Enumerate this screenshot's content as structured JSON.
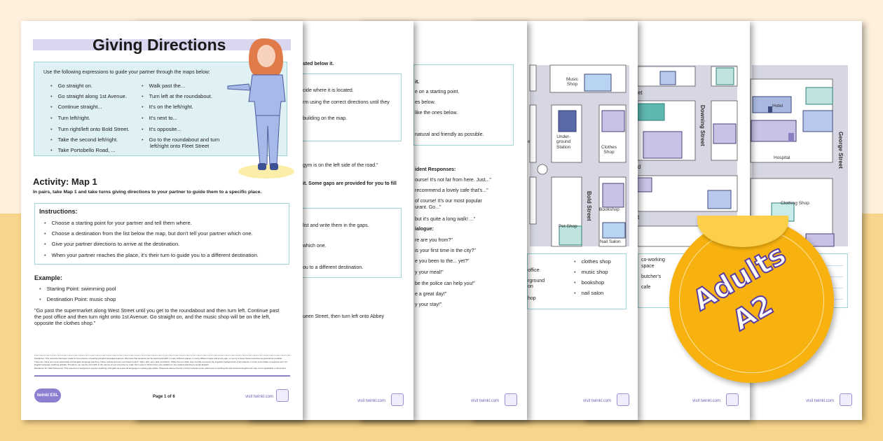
{
  "page1": {
    "title": "Giving Directions",
    "intro": "Use the following expressions to guide your partner through the maps below:",
    "expressions_left": [
      "Go straight on.",
      "Go straight along 1st Avenue.",
      "Continue straight...",
      "Turn left/right.",
      "Turn right/left onto Bold Street.",
      "Take the second left/right.",
      "Take Portobello Road, ..."
    ],
    "expressions_right": [
      "Walk past the...",
      "Turn left at the roundabout.",
      "It's on the left/right.",
      "It's next to...",
      "It's opposite...",
      "Go to the roundabout and turn",
      "left/right onto Fleet Street"
    ],
    "activity_title": "Activity: Map 1",
    "activity_sub": "In pairs, take Map 1 and take turns giving directions to your partner to guide them to a specific place.",
    "instructions_title": "Instructions:",
    "instructions": [
      "Choose a starting point for your partner and tell them where.",
      "Choose a destination from the list below the map, but don't tell your partner which one.",
      "Give your partner directions to arrive at the destination.",
      "When your partner reaches the place, it's their turn to guide you to a different destination."
    ],
    "example_title": "Example:",
    "example_points": [
      "Starting Point: swimming pool",
      "Destination Point: music shop"
    ],
    "example_text": [
      "\"Go past the supermarket along West Street until you get to the roundabout and then turn left. Continue past",
      "the post office and then turn right onto 1st Avenue. Go straight on, and the music shop will be on the left,",
      "opposite the clothes shop.\""
    ],
    "disclaimer": [
      "Disclaimer: This resource has been made for the purpose of teaching English language learners. We know that students can be learning English in many different places, in many different ways and at any age, so we try to keep these resources as general as possible.",
      "There are many acronyms associated with English language teaching. These include (but are not limited to) ELT, TEFL, EFL, ELL, EAL and ESOL. While the term ESL may not fully represent the linguistic backgrounds of all students, it is the most widely recognised term for English language teaching globally. Therefore, we use the term ESL in the names of our resources to make them easy to find but they are suitable for any student learning to speak English.",
      "Disclaimer for Adult Resources: This resource is designed to support teaching of English as a second language to working age adults. Please be aware that the content includes some references to working life and business English and may not be applicable in all sectors."
    ],
    "page_number": "Page 1 of 6",
    "logo_text": "twinkl ESL",
    "website": "visit twinkl.com"
  },
  "page2": {
    "lines": [
      "sted below it.",
      "cide where it is located.",
      "rm using the correct directions until they",
      "building on the map.",
      "gym is on the left side of the road.\"",
      "it. Some gaps are provided for you to fill",
      "list and write them in the gaps.",
      "which one.",
      "ou to a different destination.",
      "ueen Street, then turn left onto Abbey"
    ],
    "website": "visit twinkl.com"
  },
  "page3": {
    "box_lines": [
      "it.",
      "e on a starting point.",
      "es below.",
      "like the ones below.",
      "natural and friendly as possible."
    ],
    "responses_title": "ident Responses:",
    "responses": [
      "ourse! It's not far from here. Just...\"",
      "recommend a lovely cafe that's...\"",
      "of course! It's our most popular",
      "urant. Go...\"",
      "but it's quite a long walk! ...\""
    ],
    "dialogue_title": "ialogue:",
    "dialogue": [
      "re are you from?\"",
      "is your first time in the city?\"",
      "e you been to the... yet?\"",
      "y your meal!\"",
      "be the police can help you!\"",
      "e a great day!\"",
      "y your stay!\""
    ],
    "website": "visit twinkl.com"
  },
  "page4": {
    "map_labels": {
      "music_shop": [
        "Music",
        "Shop"
      ],
      "underground": [
        "Under-",
        "ground",
        "Station"
      ],
      "clothes_shop": [
        "Clothes",
        "Shop"
      ],
      "bookshop": "Bookshop",
      "pet_shop": "Pet Shop",
      "nail_salon": "Nail Salon",
      "street": "Bold Street",
      "partial": "e"
    },
    "list_left": [
      "office",
      "rground",
      "on",
      "hop"
    ],
    "list_right": [
      "clothes shop",
      "music shop",
      "bookshop",
      "nail salon"
    ],
    "website": "visit twinkl.com"
  },
  "page5": {
    "map_labels": {
      "street": "Downing Street",
      "partial_1": "et",
      "partial_2": "d",
      "partial_3": "t"
    },
    "list": [
      "co-working",
      "space",
      "butcher's",
      "cafe"
    ],
    "website": "visit twinkl.com"
  },
  "page6": {
    "map_labels": {
      "hotel": "Hotel",
      "hospital": "Hospital",
      "clothing_shop": "Clothing Shop",
      "street": "George Street"
    },
    "website": "visit twinkl.com"
  },
  "badge": {
    "line1": "Adults",
    "line2": "A2",
    "color": "#f7b20f",
    "text_outline": "#5b3fa0"
  },
  "colors": {
    "accent_purple": "#6b5fb0",
    "box_teal": "#9fd6d6",
    "box_fill": "#dff1f5",
    "title_band": "#d9d7ef",
    "background_top": "#fdf0dc",
    "background_bottom": "#f9d58b"
  }
}
